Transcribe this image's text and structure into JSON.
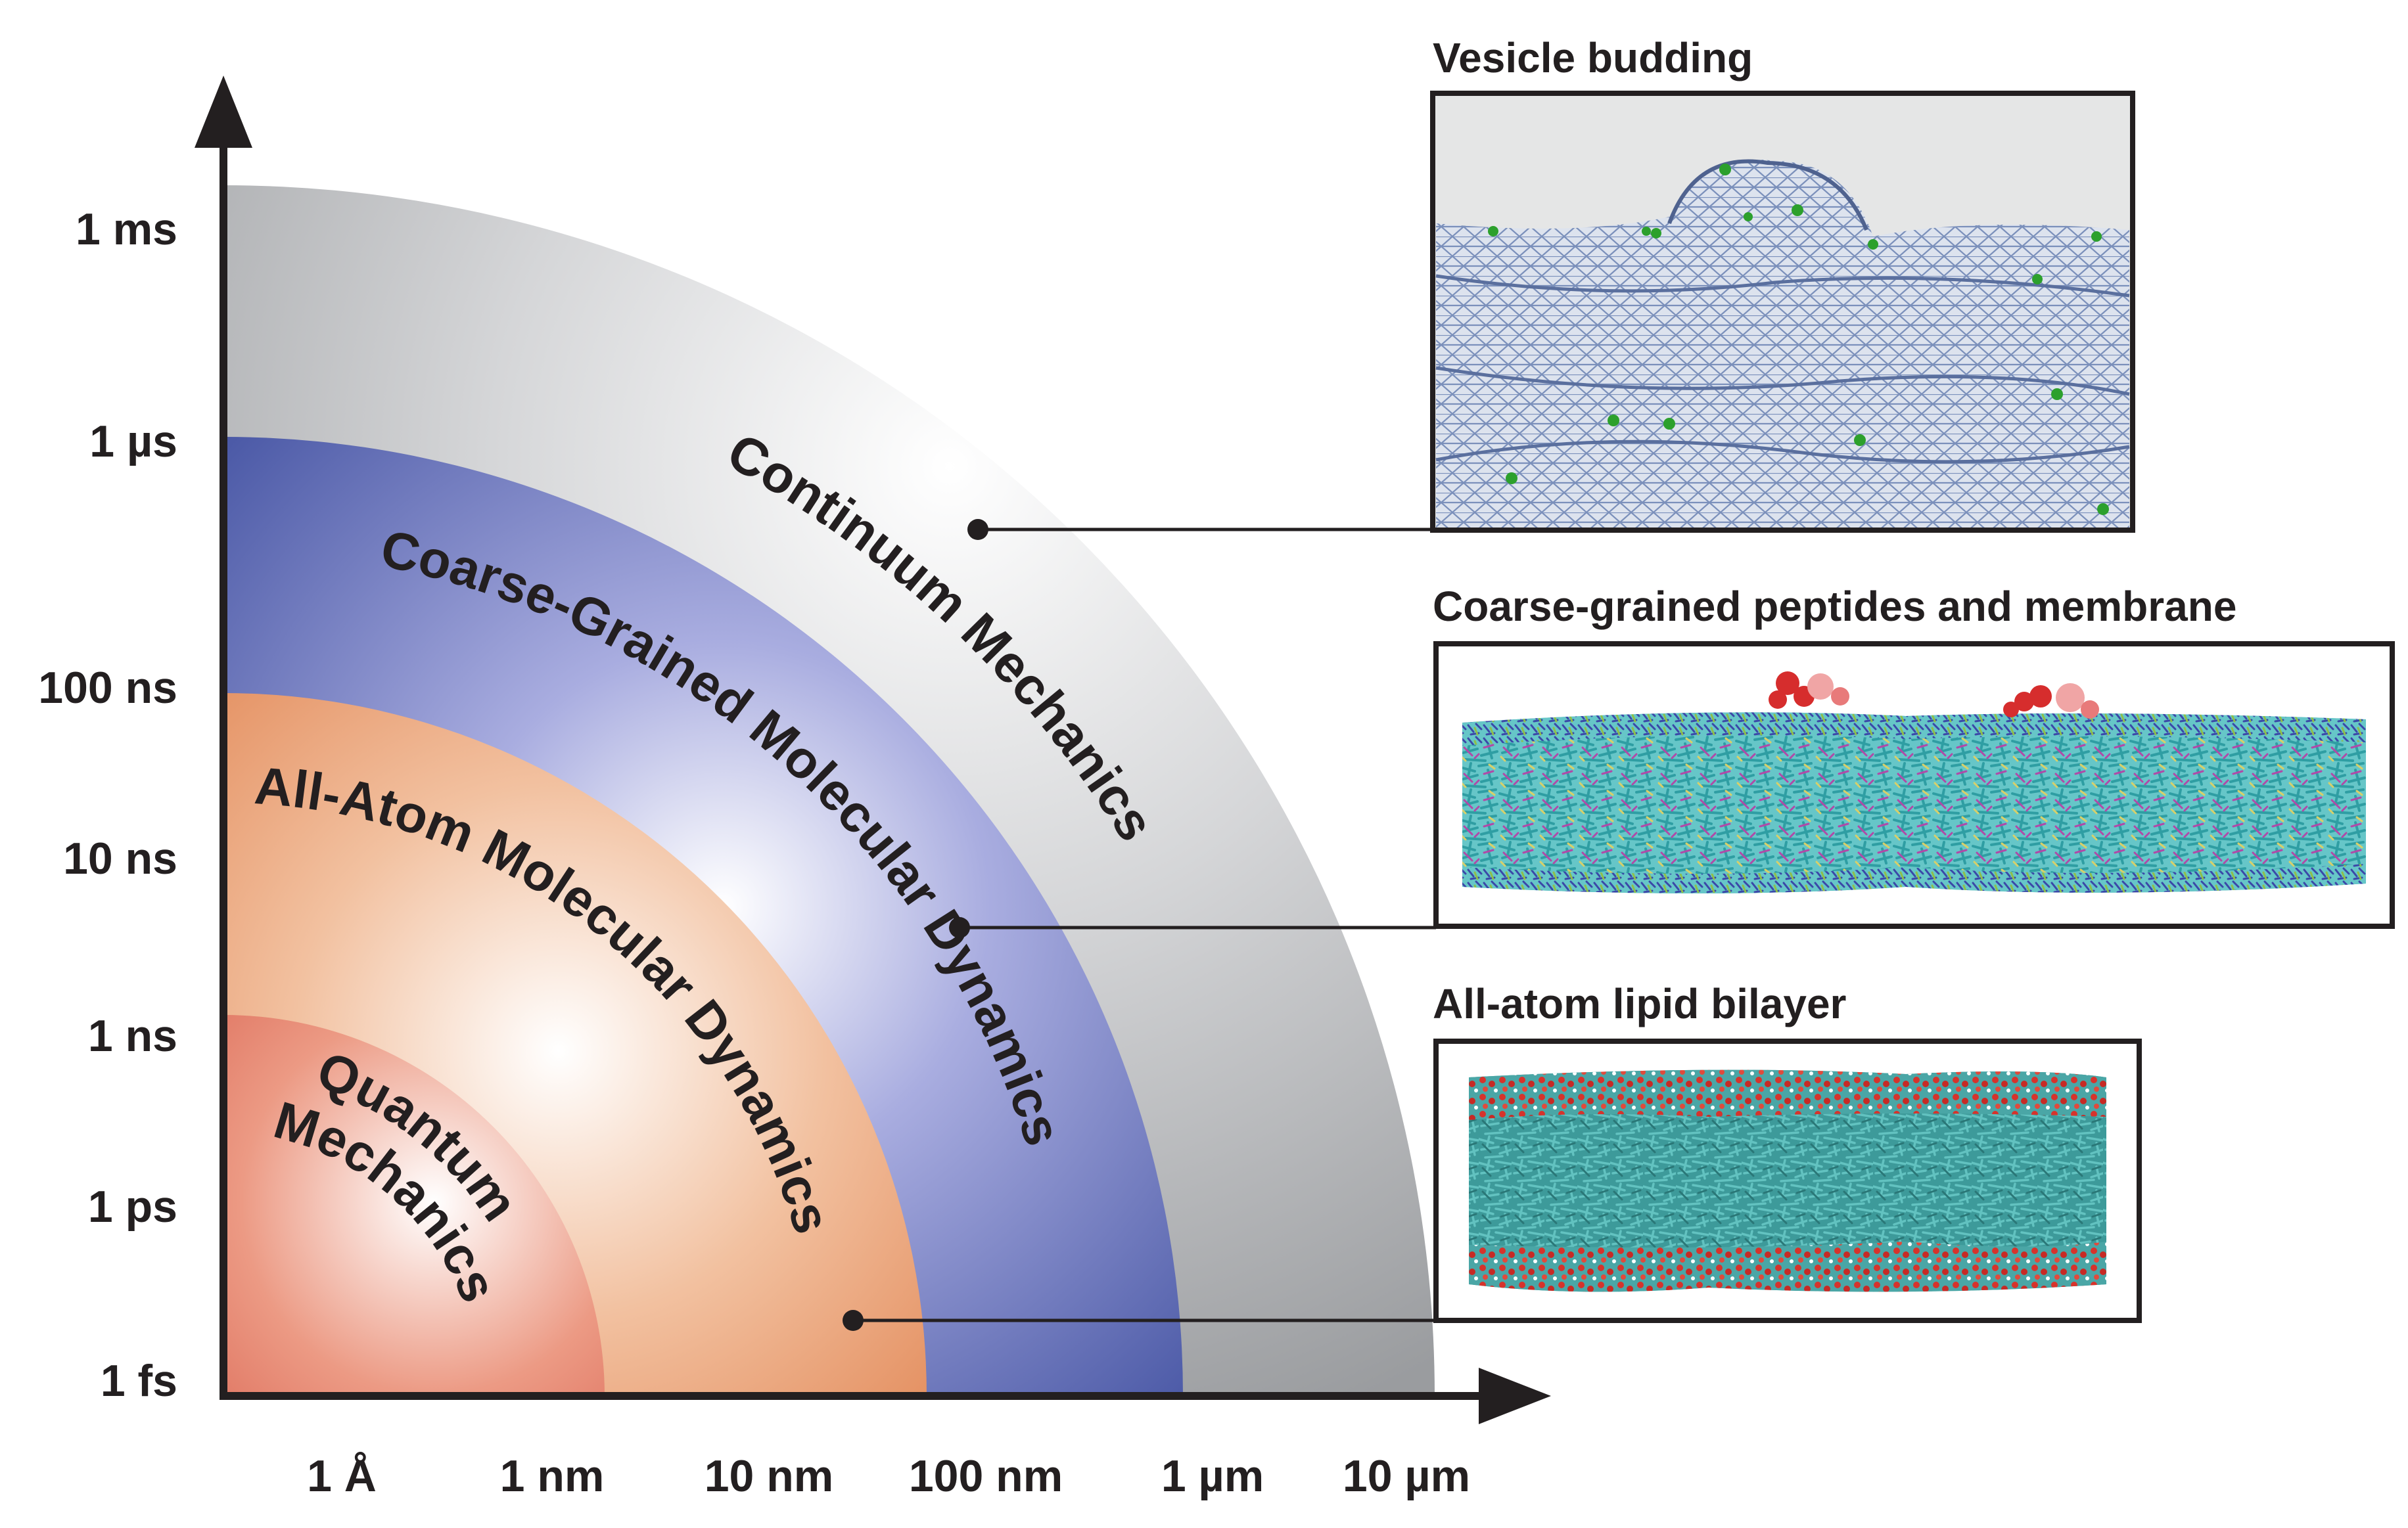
{
  "y_axis": {
    "ticks": [
      "1 ms",
      "1 µs",
      "100 ns",
      "10 ns",
      "1 ns",
      "1 ps",
      "1 fs"
    ]
  },
  "x_axis": {
    "ticks": [
      "1 Å",
      "1 nm",
      "10 nm",
      "100 nm",
      "1 µm",
      "10 µm"
    ]
  },
  "regions": {
    "quantum_line1": "Quantum",
    "quantum_line2": "Mechanics",
    "all_atom": "All-Atom Molecular Dynamics",
    "coarse_grained": "Coarse-Grained Molecular Dynamics",
    "continuum": "Continuum Mechanics"
  },
  "panels": {
    "vesicle": {
      "title": "Vesicle budding"
    },
    "coarse": {
      "title": "Coarse-grained peptides and membrane"
    },
    "allatom": {
      "title": "All-atom lipid bilayer"
    }
  },
  "colors": {
    "quantum": "#d9574a",
    "all_atom": "#e08a5a",
    "coarse_grained": "#3f4f9f",
    "continuum": "#a7a9ac",
    "ink": "#231f20"
  }
}
